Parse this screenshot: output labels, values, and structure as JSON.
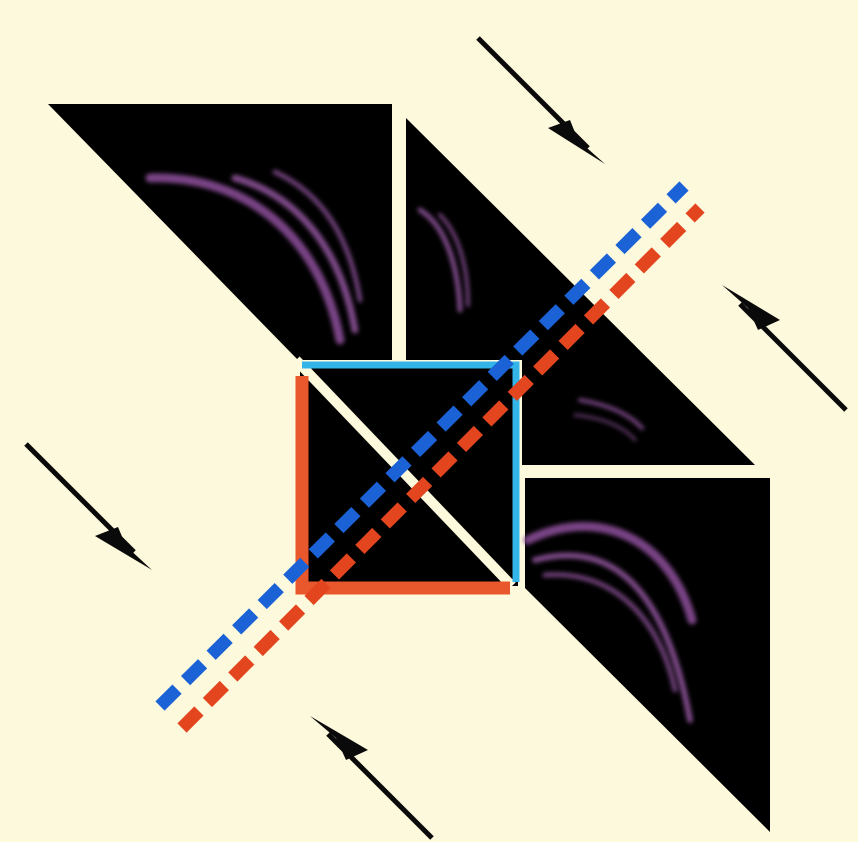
{
  "diagram": {
    "colors": {
      "background": "#fdf9dc",
      "block": "#000000",
      "blue": "#1a62d6",
      "red": "#e3461f",
      "cyan": "#33b5ea",
      "orange": "#e9582c",
      "purple": "#9a5aa8",
      "arrow": "#0a0a0a"
    },
    "elements": [
      "top-left-triangle",
      "top-right-triangle",
      "bottom-right-triangle",
      "center-square",
      "blue-dashed-line",
      "red-dashed-line",
      "four-arrows"
    ]
  }
}
